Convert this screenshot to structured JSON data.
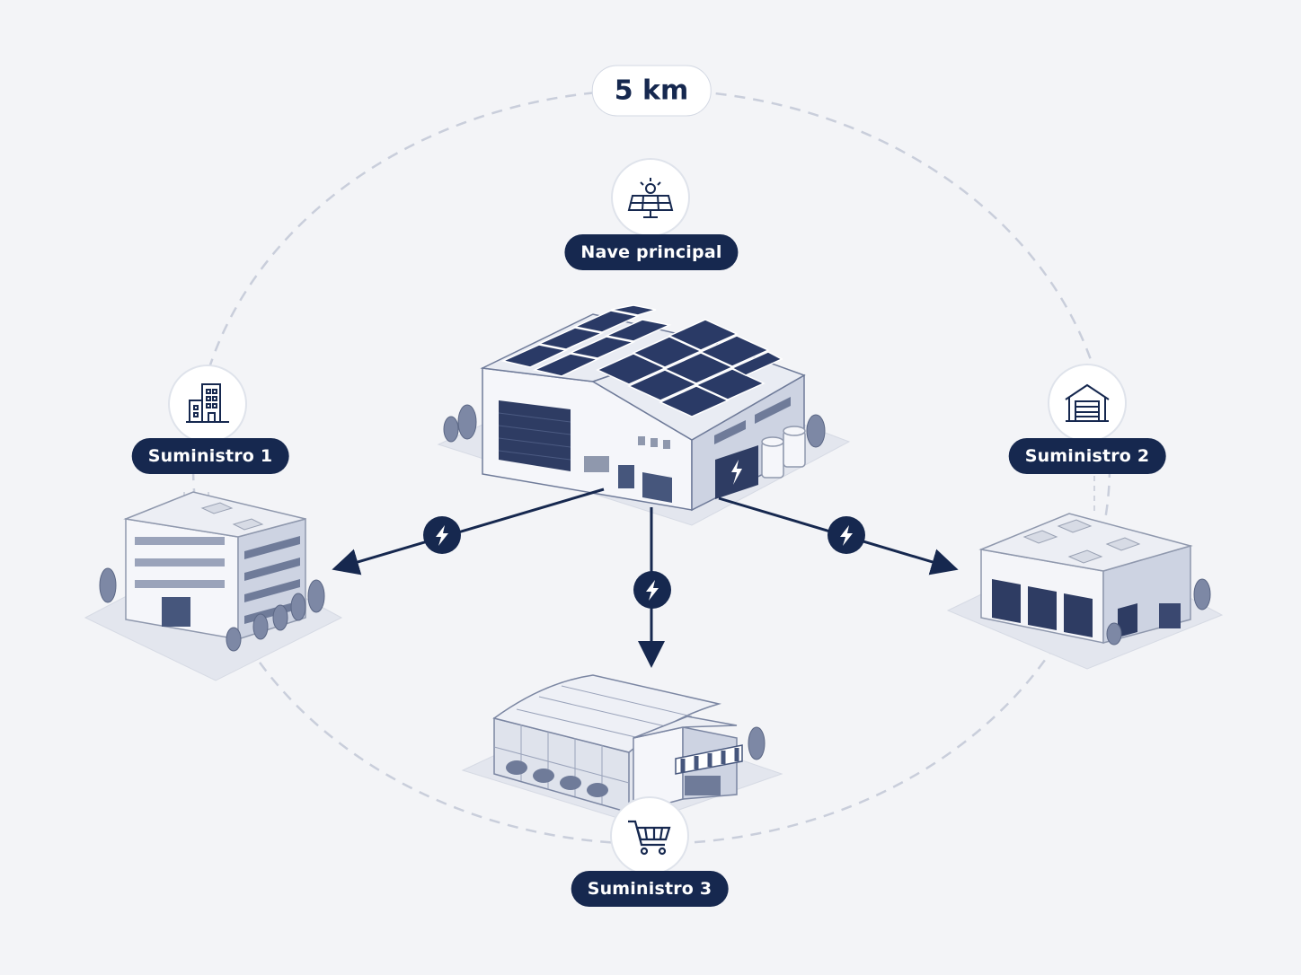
{
  "radius": {
    "label": "5 km"
  },
  "nodes": {
    "main": {
      "label": "Nave principal",
      "icon": "solar-panel-icon"
    },
    "supply1": {
      "label": "Suministro 1",
      "icon": "office-building-icon"
    },
    "supply2": {
      "label": "Suministro 2",
      "icon": "warehouse-icon"
    },
    "supply3": {
      "label": "Suministro 3",
      "icon": "shopping-cart-icon"
    }
  },
  "connections": [
    {
      "from": "main",
      "to": "supply1",
      "icon": "lightning-bolt-icon"
    },
    {
      "from": "main",
      "to": "supply3",
      "icon": "lightning-bolt-icon"
    },
    {
      "from": "main",
      "to": "supply2",
      "icon": "lightning-bolt-icon"
    }
  ],
  "colors": {
    "background": "#f3f4f7",
    "accent": "#16284f",
    "line": "#c9cedb",
    "building": "#eef0f6",
    "building_shade": "#c9d0e0",
    "solar": "#2a3a66"
  }
}
